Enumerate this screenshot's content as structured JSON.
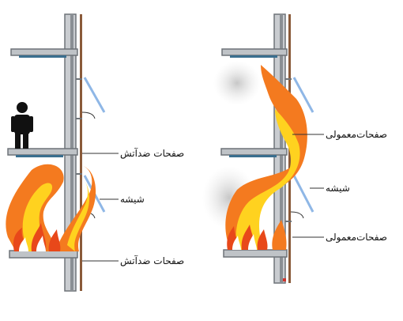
{
  "labels": {
    "left_fireproof_upper": "صفحات ضدآتش",
    "left_glass": "شیشه",
    "left_fireproof_lower": "صفحات ضدآتش",
    "right_ordinary_upper": "صفحات‌معمولی",
    "right_glass": "شیشه",
    "right_ordinary_lower": "صفحات‌معمولی"
  },
  "colors": {
    "wall": "#8a8f94",
    "wall_light": "#c9ccd0",
    "slab": "#7d8287",
    "slab_blue": "#3a6f8f",
    "glass": "#8fb7e6",
    "spandrel": "#8a5a3a",
    "flame_orange": "#f47a1f",
    "flame_yellow": "#ffd21f",
    "flame_red": "#e8481a",
    "smoke": "#cfcfcf",
    "person": "#111111"
  },
  "icons": {
    "person": "person-icon",
    "fire": "fire-icon"
  }
}
